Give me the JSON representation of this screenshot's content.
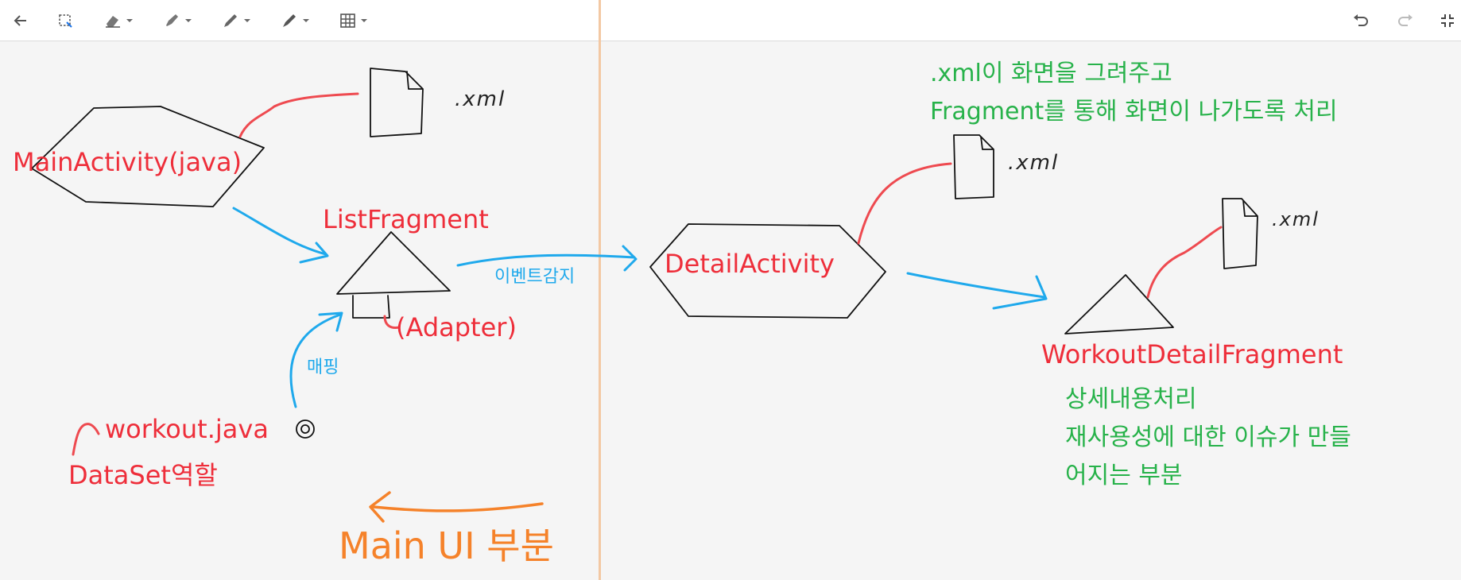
{
  "toolbar": {
    "icons": [
      "back-arrow-icon",
      "lasso-select-icon",
      "eraser-icon",
      "highlighter-icon",
      "pen-icon",
      "marker-icon",
      "table-grid-icon",
      "undo-icon",
      "redo-icon",
      "exit-fullscreen-icon"
    ]
  },
  "notes": {
    "main_activity": "MainActivity(java)",
    "list_fragment": "ListFragment",
    "adapter": "(Adapter)",
    "mapping": "매핑",
    "workout_java": "workout.java",
    "dataset_role": "DataSet역할",
    "main_ui": "Main UI 부분",
    "event_detect": "이벤트감지",
    "detail_activity": "DetailActivity",
    "xml_1": ".xml",
    "xml_2": ".xml",
    "xml_3": ".xml",
    "green_line_1": ".xml이 화면을 그려주고",
    "green_line_2": "Fragment를 통해 화면이 나가도록 처리",
    "workout_detail_fragment": "WorkoutDetailFragment",
    "detail_line_1": "상세내용처리",
    "detail_line_2": "재사용성에 대한 이슈가 만들",
    "detail_line_3": "어지는 부분"
  },
  "colors": {
    "red": "#ee2e3a",
    "green": "#27b24a",
    "blue": "#1fa9ec",
    "orange": "#f5822a",
    "divider": "#f3c8a3"
  }
}
